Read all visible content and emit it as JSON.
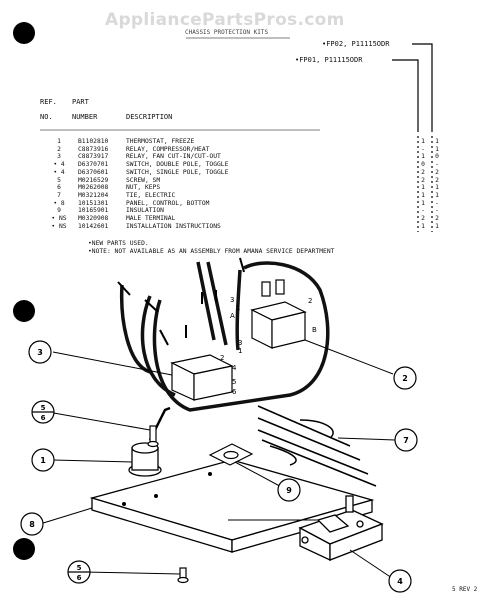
{
  "watermark": "AppliancePartsPros.com",
  "header": {
    "title_blurred": "CHASSIS PROTECTION KITS",
    "model_a": "•FP02, P11115ODR",
    "model_b": "•FP01, P11115ODR",
    "col_ref": "REF.",
    "col_no": "NO.",
    "col_part": "PART",
    "col_number": "NUMBER",
    "col_description": "DESCRIPTION"
  },
  "parts": [
    {
      "ref": "1",
      "number": "B1102810",
      "description": "THERMOSTAT, FREEZE",
      "a": "1",
      "b": "1"
    },
    {
      "ref": "2",
      "number": "C8873916",
      "description": "RELAY, COMPRESSOR/HEAT",
      "a": "-",
      "b": "1"
    },
    {
      "ref": "3",
      "number": "C8873917",
      "description": "RELAY, FAN CUT-IN/CUT-OUT",
      "a": "1",
      "b": "0"
    },
    {
      "ref": "• 4",
      "number": "D6370701",
      "description": "SWITCH, DOUBLE POLE, TOGGLE",
      "a": "0",
      "b": "-"
    },
    {
      "ref": "• 4",
      "number": "D6370601",
      "description": "SWITCH, SINGLE POLE, TOGGLE",
      "a": "2",
      "b": "2"
    },
    {
      "ref": "5",
      "number": "M0216529",
      "description": "SCREW, SM",
      "a": "2",
      "b": "2"
    },
    {
      "ref": "6",
      "number": "M0262008",
      "description": "NUT, KEPS",
      "a": "1",
      "b": "1"
    },
    {
      "ref": "7",
      "number": "M0321204",
      "description": "TIE, ELECTRIC",
      "a": "1",
      "b": "1"
    },
    {
      "ref": "• 8",
      "number": "10151301",
      "description": "PANEL, CONTROL, BOTTOM",
      "a": "1",
      "b": "-"
    },
    {
      "ref": "9",
      "number": "10165901",
      "description": "INSULATION",
      "a": "-",
      "b": "-"
    },
    {
      "ref": "• NS",
      "number": "M0320908",
      "description": "MALE TERMINAL",
      "a": "2",
      "b": "2"
    },
    {
      "ref": "• NS",
      "number": "10142601",
      "description": "INSTALLATION INSTRUCTIONS",
      "a": "1",
      "b": "1"
    }
  ],
  "notes": {
    "line1": "•NEW PARTS USED.",
    "line2": "•NOTE: NOT AVAILABLE AS AN ASSEMBLY FROM AMANA SERVICE DEPARTMENT"
  },
  "callouts": {
    "c1": "1",
    "c2": "2",
    "c3": "3",
    "c4": "4",
    "c7": "7",
    "c8": "8",
    "c9": "9",
    "c56_top": "5",
    "c56_bot": "6",
    "c56b_top": "5",
    "c56b_bot": "6"
  },
  "terminal_labels": {
    "t3": "3",
    "t1": "1",
    "t2": "2",
    "tA": "A",
    "tB": "B",
    "r3": "3",
    "r1": "1",
    "r2": "2",
    "r4": "4",
    "r5": "5",
    "r6": "6"
  },
  "corner": "5 REV 2"
}
